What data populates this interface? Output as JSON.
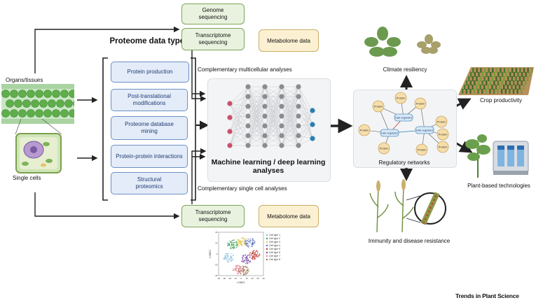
{
  "title": "Proteome data types",
  "proteome_types": [
    "Protein production",
    "Post-translational modifications",
    "Proteome database mining",
    "Protein-protein interactions",
    "Structural proteomics"
  ],
  "inputs": {
    "organs": "Organs/tissues",
    "single": "Single cells"
  },
  "top_boxes": {
    "genome": "Genome sequencing",
    "transcriptome": "Transcriptome sequencing",
    "metabolome": "Metabolome data"
  },
  "bottom_boxes": {
    "transcriptome": "Transcriptome sequencing",
    "metabolome": "Metabolome data"
  },
  "complementary": {
    "multi": "Complementary multicellular analyses",
    "single": "Complementary single cell analyses"
  },
  "ml_label": "Machine learning / deep learning analyses",
  "network": {
    "label": "Regulatory networks",
    "hub": "Hub regulator",
    "protein": "Protein"
  },
  "outcomes": {
    "climate": "Climate resiliency",
    "crop": "Crop productivity",
    "plant_tech": "Plant-based technologies",
    "immunity": "Immunity and disease resistance"
  },
  "tsne": {
    "xlabel": "t-SNE1",
    "ylabel": "t-SNE2",
    "xticks": [
      "-40",
      "-30",
      "-20",
      "-10",
      "0",
      "10",
      "20",
      "30",
      "40"
    ],
    "yticks": [
      "40",
      "20",
      "0",
      "-20",
      "-40"
    ],
    "legend": [
      "Cell type 1",
      "Cell type 2",
      "Cell type 3",
      "Cell type 4",
      "Cell type 5",
      "Cell type 6",
      "Cell type 7",
      "Cell type 8"
    ],
    "colors": [
      "#8fc1e3",
      "#3a9c5a",
      "#e6c54a",
      "#5b6fbf",
      "#c0392b",
      "#7b4fa6",
      "#e98a9a",
      "#a07a5a"
    ]
  },
  "credit": "Trends in Plant Science"
}
